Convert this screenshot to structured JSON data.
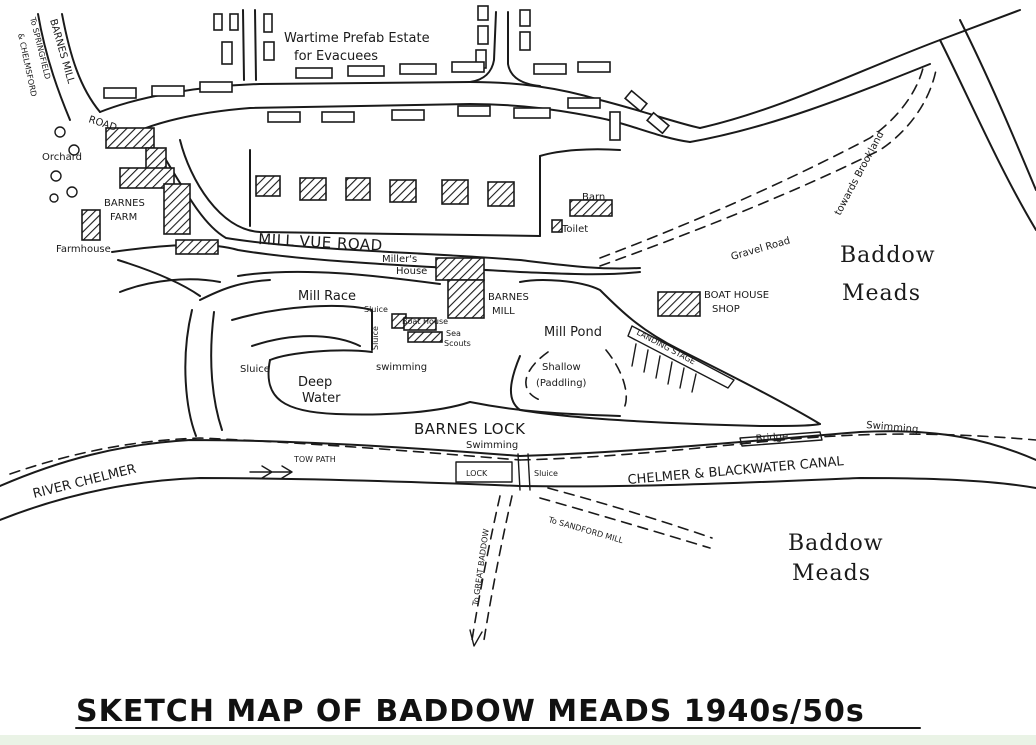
{
  "map": {
    "title": "SKETCH MAP OF BADDOW MEADS 1940s/50s",
    "labels": {
      "wartime_estate_1": "Wartime Prefab Estate",
      "wartime_estate_2": "for Evacuees",
      "barnes_mill_road_1": "BARNES MILL",
      "barnes_mill_road_2": "ROAD",
      "to_springfield": "To SPRINGFIELD",
      "chelmsford": "& CHELMSFORD",
      "orchard": "Orchard",
      "barnes_farm_1": "BARNES",
      "barnes_farm_2": "FARM",
      "farmhouse": "Farmhouse",
      "mill_vue_road": "MILL VUE ROAD",
      "millers_house_1": "Miller's",
      "millers_house_2": "House",
      "barnes_mill_1": "BARNES",
      "barnes_mill_2": "MILL",
      "mill_race": "Mill Race",
      "sluice_1": "Sluice",
      "sluice_2": "Sluice",
      "sluice_3": "Sluice",
      "boat_house_small": "Boat House",
      "sea_scouts_1": "Sea",
      "sea_scouts_2": "Scouts",
      "swimming_1": "swimming",
      "deep_water_1": "Deep",
      "deep_water_2": "Water",
      "mill_pond": "Mill Pond",
      "shallow_1": "Shallow",
      "shallow_2": "(Paddling)",
      "landing_stage": "LANDING STAGE",
      "barn": "Barn",
      "toilet": "Toilet",
      "gravel_road": "Gravel Road",
      "towards_brooklands": "towards Brookland",
      "baddow_meads_top_1": "Baddow",
      "baddow_meads_top_2": "Meads",
      "boat_house_shop_1": "BOAT HOUSE",
      "boat_house_shop_2": "SHOP",
      "barnes_lock": "BARNES LOCK",
      "swimming_2": "Swimming",
      "swimming_3": "Swimming",
      "bridge": "Bridge",
      "tow_path": "TOW PATH",
      "lock": "LOCK",
      "river_chelmer": "RIVER CHELMER",
      "canal": "CHELMER & BLACKWATER CANAL",
      "to_sandford_mill": "To SANDFORD MILL",
      "great_baddow": "To GREAT BADDOW",
      "baddow_meads_bottom_1": "Baddow",
      "baddow_meads_bottom_2": "Meads"
    }
  },
  "colors": {
    "ink": "#1a1a1a",
    "paper": "#ffffff",
    "border_green": "#eaf3e6"
  }
}
